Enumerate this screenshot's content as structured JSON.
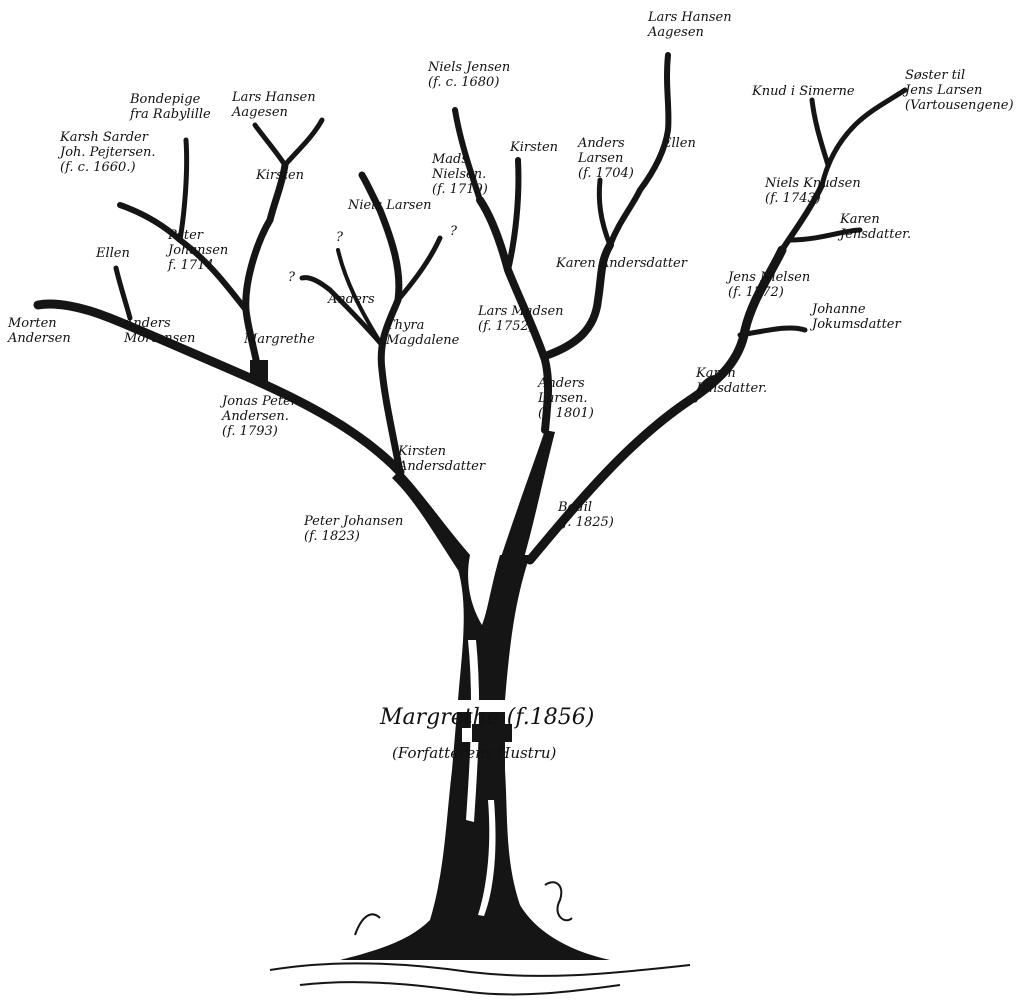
{
  "root": {
    "name": "Margrethe (f.1856)",
    "note": "(Forfatterens Hustru)"
  },
  "people": {
    "lars_hansen_aagesen_top": "Lars Hansen\nAagesen",
    "niels_jensen": "Niels Jensen\n(f. c. 1680)",
    "knud_i_simerne": "Knud i Simerne",
    "soster_til_jens_larsen": "Søster til\nJens Larsen\n(Vartousengene)",
    "bondepige": "Bondepige\nfra Rabylille",
    "lars_hansen_aagesen_left": "Lars Hansen\nAagesen",
    "karsh_sarder": "Karsh Sarder\nJoh. Pejtersen.\n(f. c. 1660.)",
    "kirsten_left": "Kirsten",
    "mads_nielsen": "Mads\nNielsen.\n(f. 1719)",
    "kirsten_mid": "Kirsten",
    "anders_larsen_1704": "Anders\nLarsen\n(f. 1704)",
    "ellen_top": "Ellen",
    "niels_knudsen": "Niels Knudsen\n(f. 1743)",
    "niels_larsen": "Niels Larsen",
    "karen_jensdatter_top": "Karen\nJensdatter.",
    "peter_johansen": "Peter\nJohansen\nf. 1714",
    "ellen_left": "Ellen",
    "karen_andersdatter": "Karen Andersdatter",
    "jens_nielsen": "Jens Nielsen\n(f. 1772)",
    "anders": "Anders",
    "johanne_jokumsdatter": "Johanne\nJokumsdatter",
    "morten_andersen": "Morten\nAndersen",
    "anders_mortensen": "Anders\nMortensen",
    "margrethe_upper": "Margrethe",
    "thyra_magdalene": "Thyra\nMagdalene",
    "lars_madsen": "Lars Madsen\n(f. 1752)",
    "karen_jensdatter_low": "Karen\nJensdatter.",
    "anders_larsen_1801": "Anders\nLarsen.\n(f. 1801)",
    "jonas_peter_andersen": "Jonas Peter\nAndersen.\n(f. 1793)",
    "kirsten_andersdatter": "Kirsten\nAndersdatter",
    "bodil": "Bodil\n(f. 1825)",
    "peter_johansen_1823": "Peter Johansen\n(f. 1823)"
  },
  "marks": {
    "q1": "?",
    "q2": "?",
    "q3": "?"
  },
  "colors": {
    "ink": "#111111",
    "paper": "#ffffff"
  }
}
